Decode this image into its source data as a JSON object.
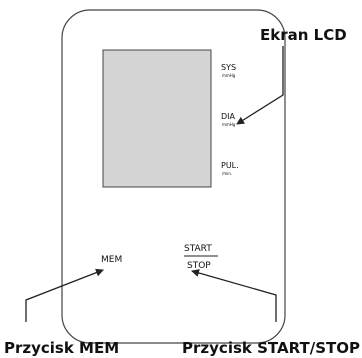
{
  "labels": {
    "lcd_callout": "Ekran LCD",
    "mem_callout": "Przycisk MEM",
    "start_stop_callout": "Przycisk START/STOP"
  },
  "device": {
    "sys_label": "SYS",
    "sys_unit": "mmHg",
    "dia_label": "DIA",
    "dia_unit": "mmHg",
    "pul_label": "PUL.",
    "pul_unit": "/min.",
    "mem_button": "MEM",
    "start_label": "START",
    "stop_label": "STOP"
  },
  "colors": {
    "lcd_fill": "#d4d4d4",
    "outline": "#222222"
  }
}
